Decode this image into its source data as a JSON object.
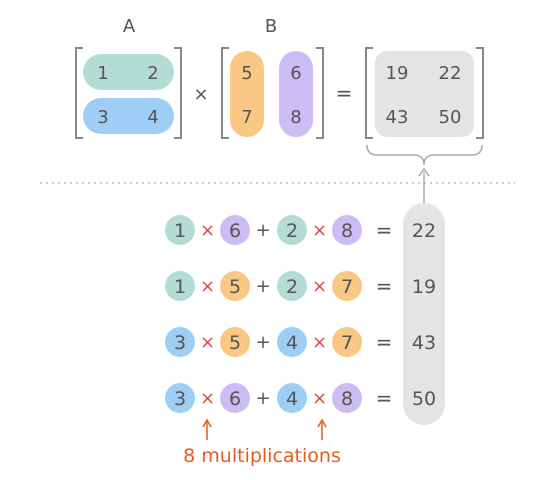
{
  "matrix_a": {
    "label": "A",
    "rows": [
      [
        "1",
        "2"
      ],
      [
        "3",
        "4"
      ]
    ],
    "row_colors": [
      "#b3ddd4",
      "#9ecdf6"
    ]
  },
  "matrix_b": {
    "label": "B",
    "cols": [
      [
        "5",
        "7"
      ],
      [
        "6",
        "8"
      ]
    ],
    "col_colors": [
      "#f8c884",
      "#cdbdf5"
    ]
  },
  "operators": {
    "times": "×",
    "equals": "=",
    "plus": "+"
  },
  "result": {
    "rows": [
      [
        "19",
        "22"
      ],
      [
        "43",
        "50"
      ]
    ],
    "bg_color": "#e4e4e4"
  },
  "expansion": {
    "rows": [
      {
        "terms": [
          [
            "1",
            "6"
          ],
          [
            "2",
            "8"
          ]
        ],
        "colors": [
          [
            "#b3ddd4",
            "#cdbdf5"
          ],
          [
            "#b3ddd4",
            "#cdbdf5"
          ]
        ],
        "result": "22"
      },
      {
        "terms": [
          [
            "1",
            "5"
          ],
          [
            "2",
            "7"
          ]
        ],
        "colors": [
          [
            "#b3ddd4",
            "#f8c884"
          ],
          [
            "#b3ddd4",
            "#f8c884"
          ]
        ],
        "result": "19"
      },
      {
        "terms": [
          [
            "3",
            "5"
          ],
          [
            "4",
            "7"
          ]
        ],
        "colors": [
          [
            "#9ecdf6",
            "#f8c884"
          ],
          [
            "#9ecdf6",
            "#f8c884"
          ]
        ],
        "result": "43"
      },
      {
        "terms": [
          [
            "3",
            "6"
          ],
          [
            "4",
            "8"
          ]
        ],
        "colors": [
          [
            "#9ecdf6",
            "#cdbdf5"
          ],
          [
            "#9ecdf6",
            "#cdbdf5"
          ]
        ],
        "result": "50"
      }
    ],
    "times_color": "#e04848"
  },
  "annotation": {
    "text": "8 multiplications",
    "color": "#ea5a1e"
  },
  "colors": {
    "text": "#555555",
    "bracket": "#888888",
    "divider": "#bbbbbb"
  }
}
